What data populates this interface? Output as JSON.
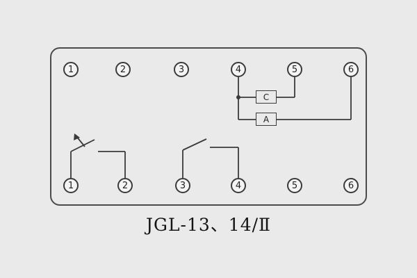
{
  "title": "JGL-13、14/Ⅱ",
  "terminals": {
    "top": [
      "1",
      "2",
      "3",
      "4",
      "5",
      "6"
    ],
    "bottom": [
      "1",
      "2",
      "3",
      "4",
      "5",
      "6"
    ]
  },
  "components": {
    "box_c": "C",
    "box_a": "A"
  },
  "colors": {
    "background": "#eaeaea",
    "line": "#3a3a3a",
    "panel_border": "#4b4b4b"
  }
}
